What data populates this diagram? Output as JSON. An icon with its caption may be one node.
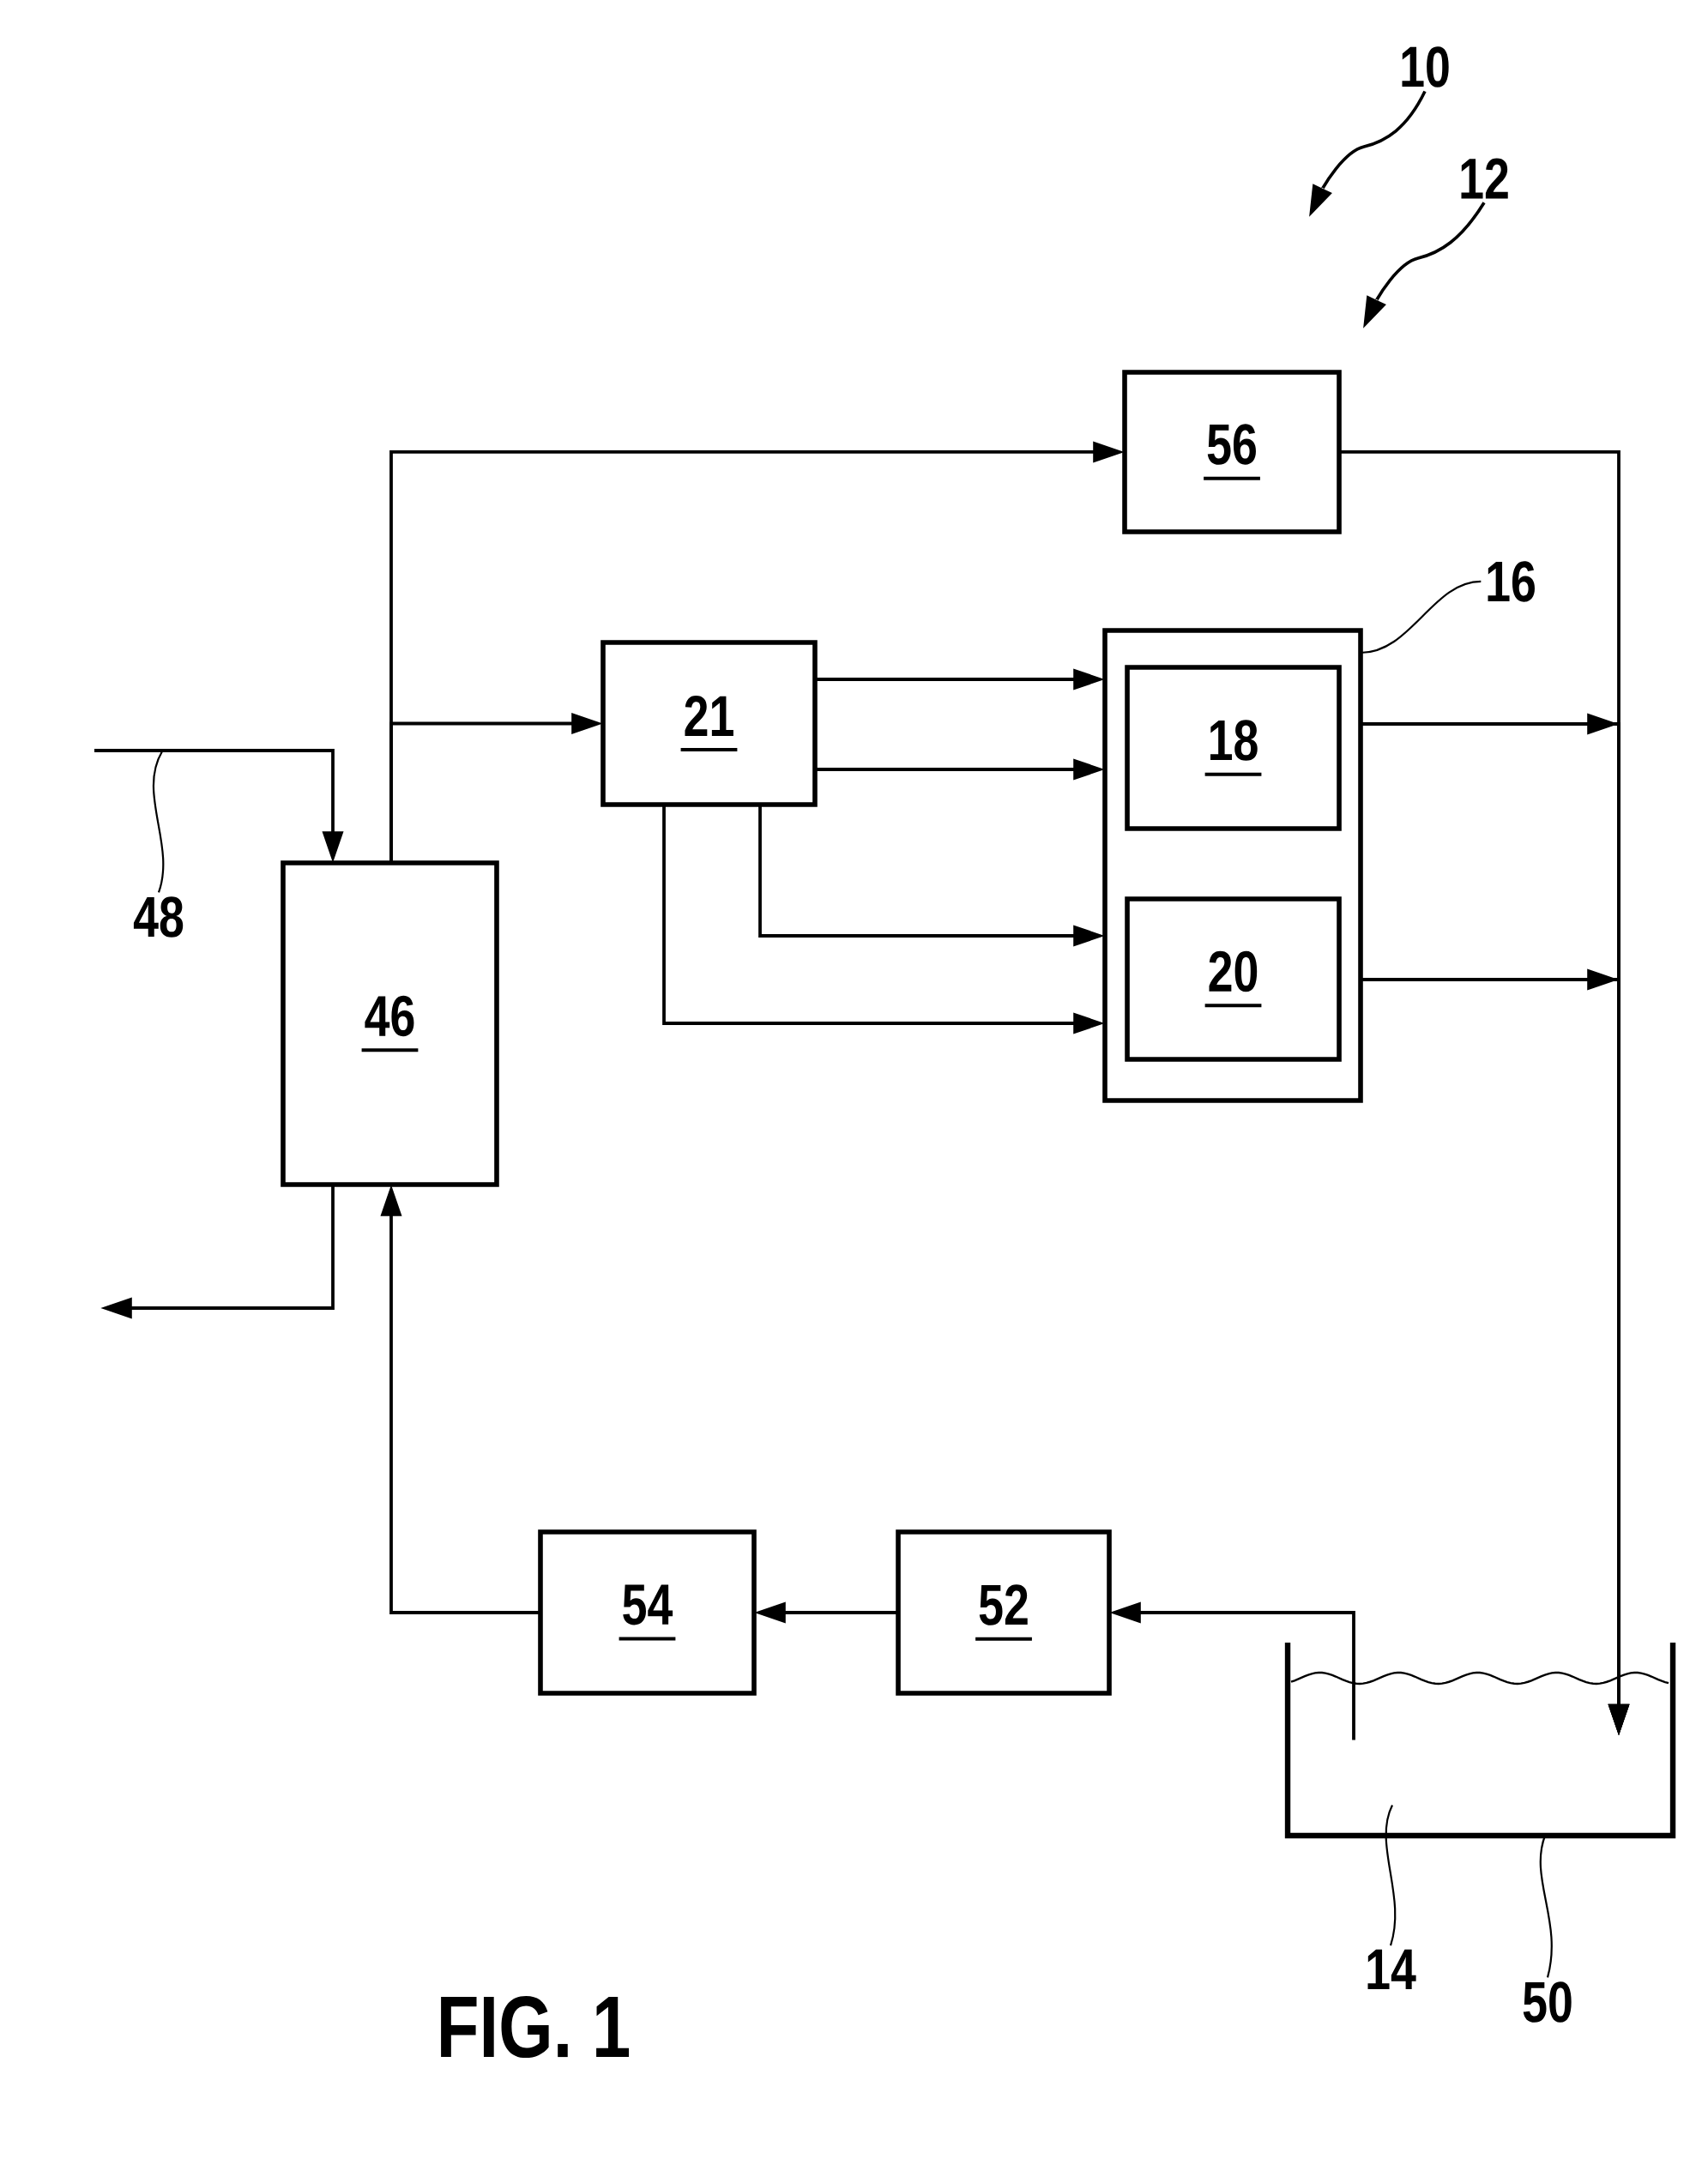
{
  "diagram": {
    "caption": "FIG. 1",
    "nodes": [
      {
        "text": [
          "10"
        ]
      },
      {
        "text": [
          "12"
        ]
      },
      {
        "text": [
          "56"
        ]
      },
      {
        "text": [
          "16"
        ]
      },
      {
        "text": [],
        "shape": "box"
      },
      {
        "text": [
          "21"
        ]
      },
      {
        "text": [
          "18"
        ],
        "in": 4
      },
      {
        "text": [
          "20"
        ],
        "in": 4
      },
      {
        "text": [
          "48"
        ]
      },
      {
        "text": [
          "46"
        ]
      },
      {
        "text": [
          "54"
        ]
      },
      {
        "text": [
          "52"
        ]
      },
      {
        "text": [],
        "shape": "tank"
      },
      {
        "text": [],
        "shape": "liquid",
        "in": 12
      },
      {
        "text": [
          "14"
        ]
      },
      {
        "text": [
          "50"
        ]
      }
    ],
    "edges": [
      {
        "from": 0,
        "to": null,
        "arrow": "to"
      },
      {
        "from": 1,
        "to": null,
        "arrow": "to"
      },
      {
        "from": 9,
        "to": 2,
        "arrow": "to"
      },
      {
        "from": 9,
        "to": 5,
        "arrow": "to"
      },
      {
        "from": 5,
        "to": 4,
        "arrow": "to"
      },
      {
        "from": 5,
        "to": 4,
        "arrow": "to"
      },
      {
        "from": 5,
        "to": 4,
        "arrow": "to"
      },
      {
        "from": 5,
        "to": 4,
        "arrow": "to"
      },
      {
        "from": 3,
        "to": 4,
        "arrow": "none"
      },
      {
        "from": 2,
        "to": 13,
        "arrow": "to"
      },
      {
        "from": 4,
        "to": 13,
        "arrow": "to"
      },
      {
        "from": 4,
        "to": 13,
        "arrow": "to"
      },
      {
        "from": 13,
        "to": 11,
        "arrow": "to"
      },
      {
        "from": 11,
        "to": 10,
        "arrow": "to"
      },
      {
        "from": 10,
        "to": 9,
        "arrow": "to"
      },
      {
        "from": null,
        "to": 9,
        "arrow": "to"
      },
      {
        "from": 8,
        "to": null,
        "arrow": "none"
      },
      {
        "from": 9,
        "to": null,
        "arrow": "to"
      },
      {
        "from": 14,
        "to": 13,
        "arrow": "none"
      },
      {
        "from": 15,
        "to": 12,
        "arrow": "none"
      }
    ]
  }
}
